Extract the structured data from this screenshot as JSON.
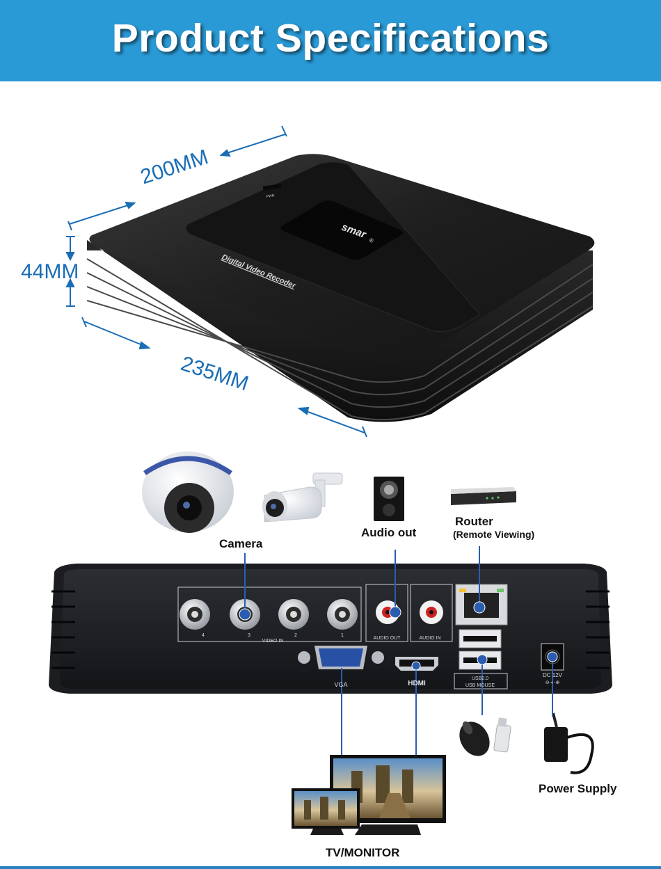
{
  "header": {
    "title": "Product Specifications",
    "bg_color": "#2a9ad6"
  },
  "dimensions": {
    "width": "200MM",
    "height": "44MM",
    "depth": "235MM",
    "color": "#1a6db5"
  },
  "device": {
    "brand": "smar",
    "brand_mark": "®",
    "front_label": "Digital Video Recoder",
    "led_label": "PWR"
  },
  "rear_panel": {
    "bnc_numbers": [
      "4",
      "3",
      "2",
      "1"
    ],
    "video_in": "VIDEO IN",
    "audio_out_port": "AUDIO OUT",
    "audio_in_port": "AUDIO IN",
    "vga": "VGA",
    "hdmi": "HDMI",
    "usb_top": "USB2.0",
    "usb_bottom": "USB MOUSE",
    "dc_label": "DC 12V",
    "dc_polarity": "⊖-◐-⊕"
  },
  "connections": {
    "camera": "Camera",
    "audio_out": "Audio out",
    "router": "Router",
    "router_sub": "(Remote Viewing)",
    "power_supply": "Power Supply",
    "tv_monitor": "TV/MONITOR",
    "line_color": "#2a5db0"
  }
}
